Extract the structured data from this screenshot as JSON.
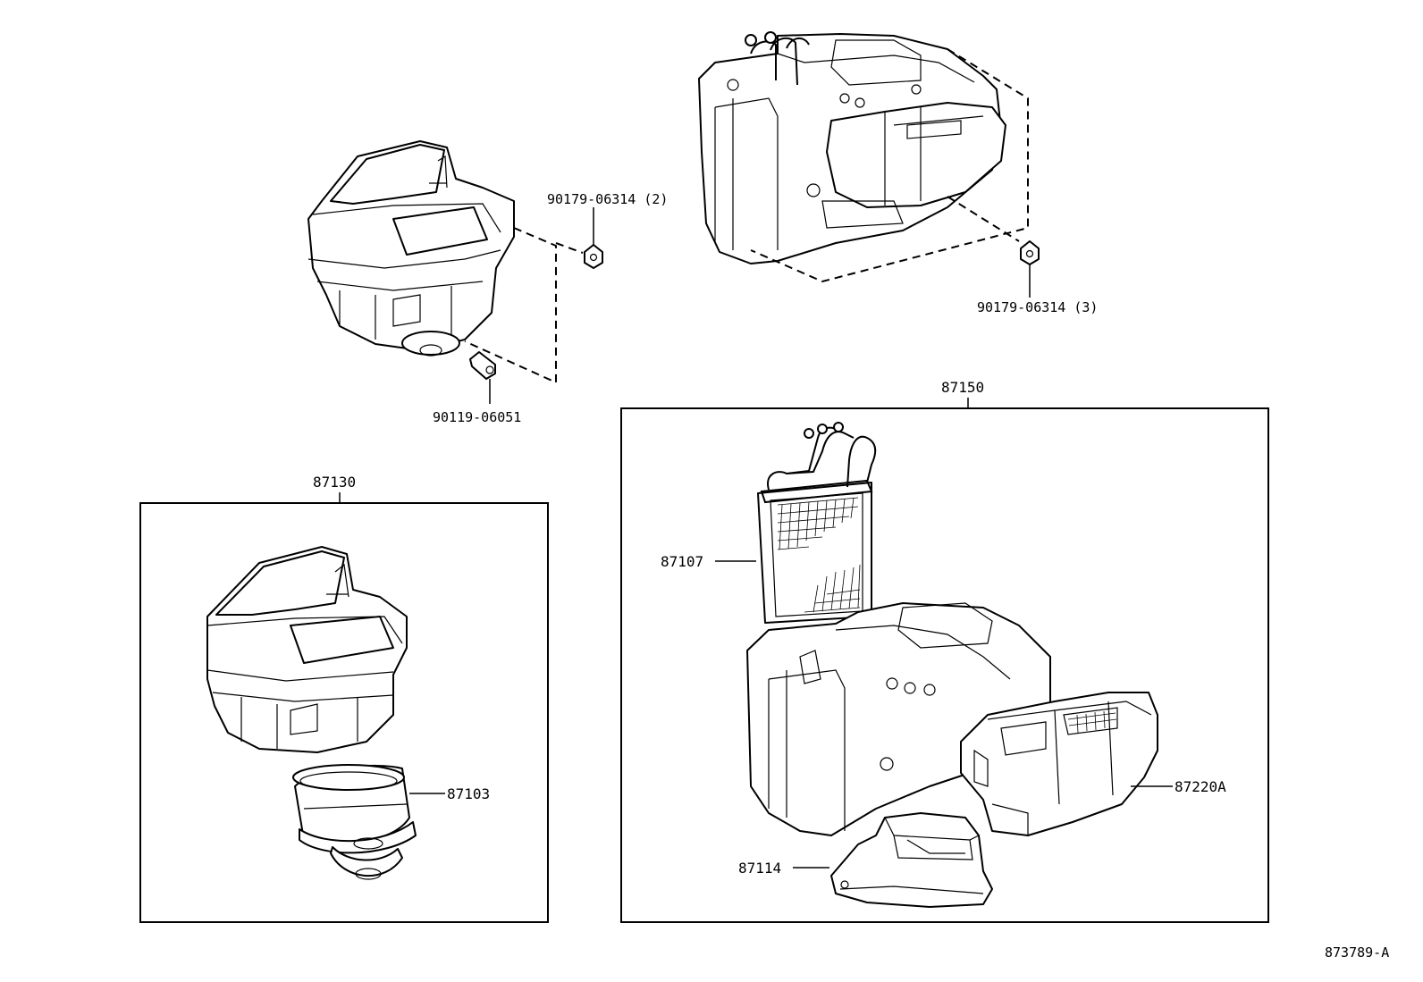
{
  "parts": {
    "nut_upper_left": "90179-06314 (2)",
    "nut_upper_right": "90179-06314 (3)",
    "bolt": "90119-06051",
    "blower_assy": "87130",
    "blower_motor": "87103",
    "radiator_assy": "87150",
    "heater_core": "87107",
    "duct": "87114",
    "evaporator_case": "87220A"
  },
  "diagram_id": "873789-A"
}
